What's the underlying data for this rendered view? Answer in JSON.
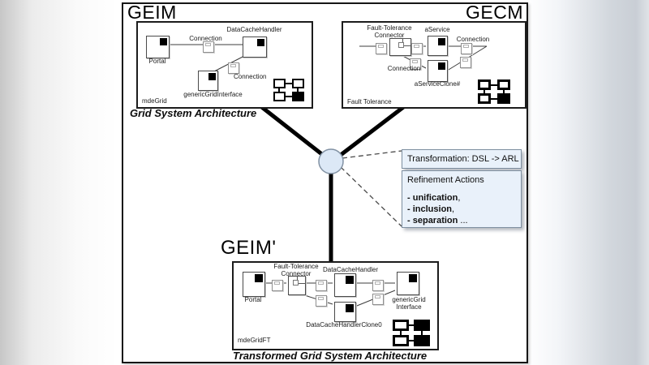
{
  "panels": {
    "geim": {
      "title": "GEIM",
      "caption": "Grid System Architecture",
      "frame_label": "mdeGrid",
      "portal": "Portal",
      "dch": "DataCacheHandler",
      "ggi": "genericGridInterface",
      "conn1": "Connection",
      "conn2": "Connection"
    },
    "gecm": {
      "title": "GECM",
      "frame_label": "Fault Tolerance",
      "ftc_line1": "Fault-Tolerance",
      "ftc_line2": "Connector",
      "aservice": "aService",
      "aclone": "aServiceClone#",
      "conn_right": "Connection",
      "conn_left": "Connection"
    },
    "geim_t": {
      "title": "GEIM'",
      "caption": "Transformed Grid System Architecture",
      "frame_label": "mdeGridFT",
      "portal": "Portal",
      "ftc_line1": "Fault-Tolerance",
      "ftc_line2": "Connector",
      "dch": "DataCacheHandler",
      "clone": "DataCacheHandlerClone0",
      "ggi_line1": "genericGrid",
      "ggi_line2": "Interface"
    }
  },
  "transformation": {
    "header": "Transformation: DSL -> ARL",
    "body_title": "Refinement Actions",
    "actions": [
      {
        "bullet": "- ",
        "term": "unification",
        "suffix": ","
      },
      {
        "bullet": "- ",
        "term": "inclusion",
        "suffix": ","
      },
      {
        "bullet": "- ",
        "term": "separation",
        "suffix": " ..."
      }
    ]
  },
  "icons": {
    "model_icon": "model-grid-icon"
  },
  "colors": {
    "hub_fill": "#dce8f6",
    "hub_border": "#8191a3",
    "note_fill": "#e9f1fa",
    "note_border": "#7e8fa0",
    "line": "#000000"
  }
}
